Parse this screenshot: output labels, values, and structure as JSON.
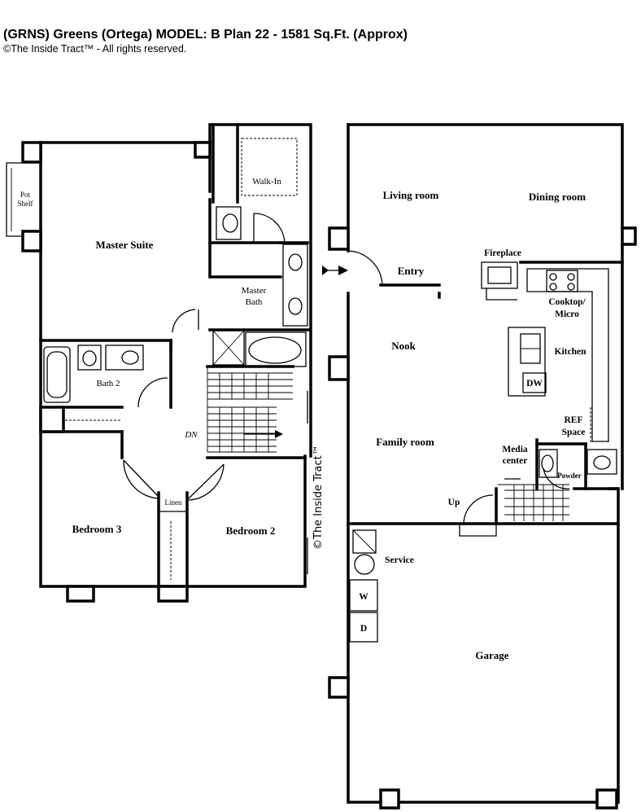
{
  "header": {
    "title": "(GRNS) Greens (Ortega)   MODEL: B Plan 22  -  1581 Sq.Ft. (Approx)",
    "copyright": "©The Inside Tract™ - All rights reserved."
  },
  "watermark": "©The Inside Tract™",
  "rooms": {
    "pot_shelf_1": "Pot",
    "pot_shelf_2": "Shelf",
    "master_suite": "Master Suite",
    "walk_in": "Walk-In",
    "master_bath_1": "Master",
    "master_bath_2": "Bath",
    "bath_2": "Bath 2",
    "dn": "DN",
    "linen": "Linen",
    "bedroom_3": "Bedroom 3",
    "bedroom_2": "Bedroom 2",
    "living_room": "Living room",
    "dining_room": "Dining room",
    "entry": "Entry",
    "fireplace": "Fireplace",
    "cooktop_1": "Cooktop/",
    "cooktop_2": "Micro",
    "nook": "Nook",
    "kitchen": "Kitchen",
    "dw": "DW",
    "ref_1": "REF",
    "ref_2": "Space",
    "family_room": "Family room",
    "media_1": "Media",
    "media_2": "center",
    "powder": "Powder",
    "up": "Up",
    "service": "Service",
    "washer": "W",
    "dryer": "D",
    "garage": "Garage"
  },
  "icons": {
    "entry_arrow": "entry-arrow-icon",
    "stair_arrow": "stair-direction-arrow-icon"
  }
}
